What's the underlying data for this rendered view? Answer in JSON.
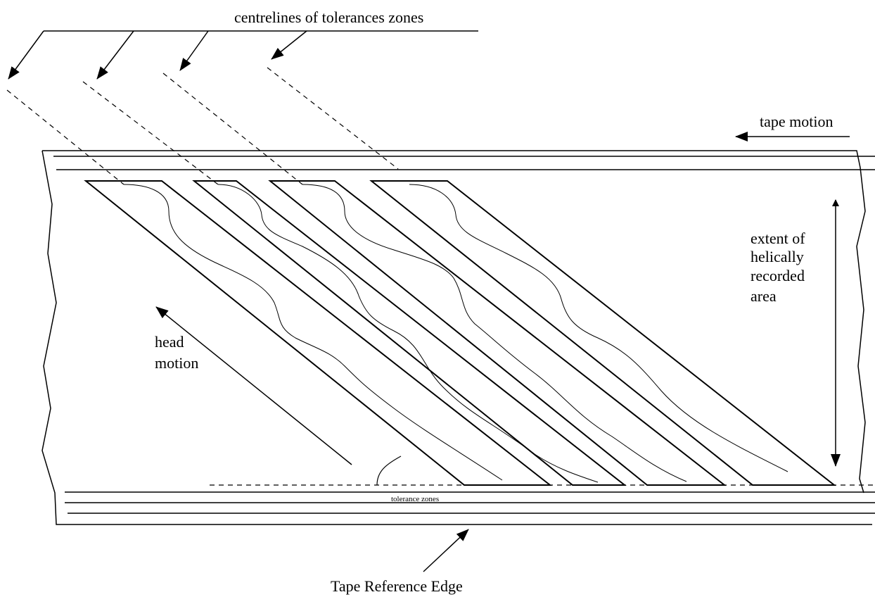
{
  "labels": {
    "centrelines": "centrelines of tolerances zones",
    "tape_motion": "tape motion",
    "extent_line1": "extent of",
    "extent_line2": "helically",
    "extent_line3": "recorded",
    "extent_line4": "area",
    "head_line1": "head",
    "head_line2": "motion",
    "tolerance_zones": "tolerance zones",
    "reference_edge": "Tape Reference Edge"
  },
  "colors": {
    "ink": "#000000",
    "paper": "#ffffff"
  },
  "tracks_count_shown": 4
}
